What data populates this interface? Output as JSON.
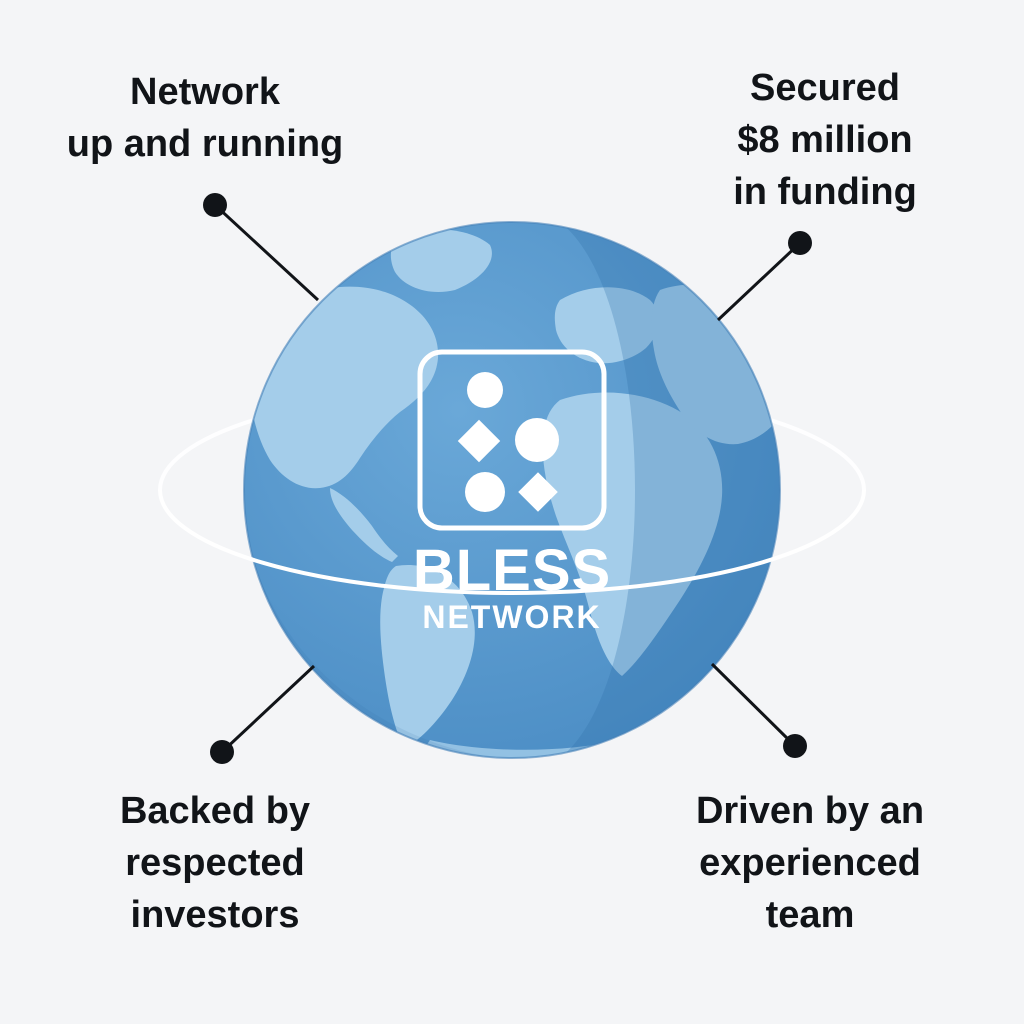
{
  "colors": {
    "background": "#f4f5f7",
    "ocean": "#5b9bcd",
    "ocean_dark": "#3f7fb5",
    "land": "#9cc8e6",
    "ring": "#ffffff",
    "connector": "#111418"
  },
  "logo": {
    "icon": "bless-network-logo-icon",
    "name": "BLESS",
    "subtitle": "NETWORK"
  },
  "callouts": {
    "top_left": {
      "lines": [
        "Network",
        "up and running"
      ]
    },
    "top_right": {
      "lines": [
        "Secured",
        "$8 million",
        "in funding"
      ]
    },
    "bottom_left": {
      "lines": [
        "Backed by",
        "respected",
        "investors"
      ]
    },
    "bottom_right": {
      "lines": [
        "Driven by an",
        "experienced",
        "team"
      ]
    }
  }
}
